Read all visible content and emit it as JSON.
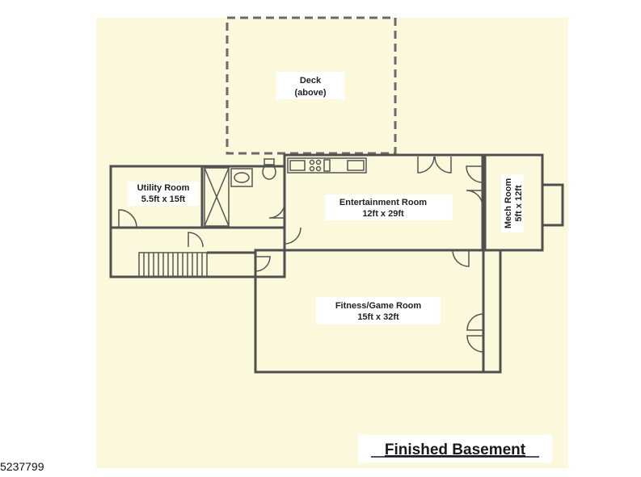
{
  "plan": {
    "title": "Finished Basement",
    "background_color": "#fbf8dc",
    "wall_color": "#4f4f4f",
    "rooms": {
      "deck": {
        "name": "Deck",
        "dims": "(above)"
      },
      "utility": {
        "name": "Utility Room",
        "dims": "5.5ft x 15ft"
      },
      "entertainment": {
        "name": "Entertainment Room",
        "dims": "12ft x 29ft"
      },
      "mech": {
        "name": "Mech Room",
        "dims": "5ft x 12ft"
      },
      "fitness": {
        "name": "Fitness/Game Room",
        "dims": "15ft x 32ft"
      }
    }
  },
  "listing_number": "5237799"
}
